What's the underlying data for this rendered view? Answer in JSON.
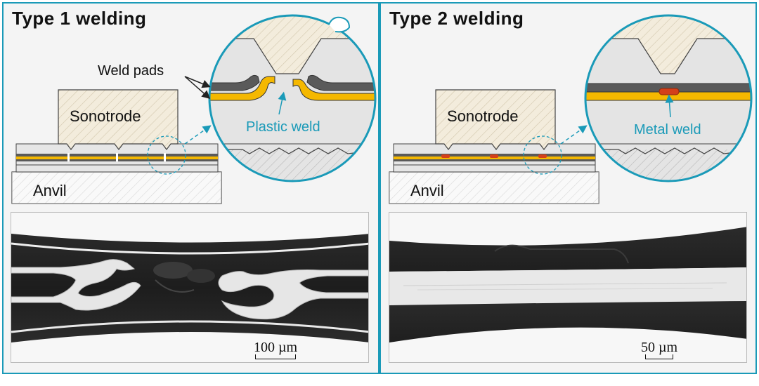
{
  "figure": {
    "type1": {
      "title": "Type 1 welding",
      "sonotrode_label": "Sonotrode",
      "anvil_label": "Anvil",
      "weld_pads_label": "Weld pads",
      "weld_label": "Plastic weld",
      "scale_bar": "100 µm"
    },
    "type2": {
      "title": "Type 2 welding",
      "sonotrode_label": "Sonotrode",
      "anvil_label": "Anvil",
      "weld_label": "Metal weld",
      "scale_bar": "50 µm"
    }
  },
  "colors": {
    "accent": "#1a9ab8",
    "gold_layer": "#f5b800",
    "pad_gray": "#555555",
    "weld_red": "#d4401a",
    "label_blue": "#1a9ab8"
  }
}
